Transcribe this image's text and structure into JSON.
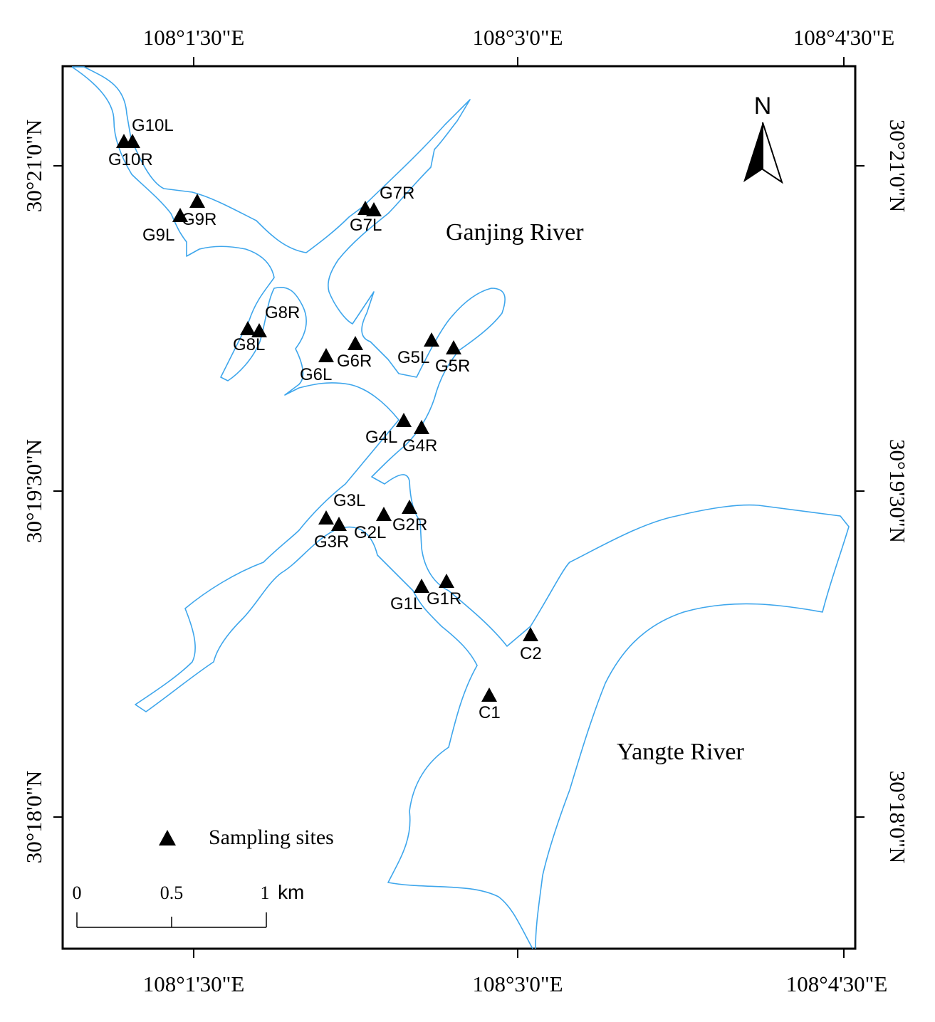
{
  "map": {
    "top_lon_labels": [
      "108°1'30\"E",
      "108°3'0\"E",
      "108°4'30\"E"
    ],
    "bottom_lon_labels": [
      "108°1'30\"E",
      "108°3'0\"E",
      "108°4'30\"E"
    ],
    "left_lat_labels": [
      "30°21'0\"N",
      "30°19'30\"N",
      "30°18'0\"N"
    ],
    "right_lat_labels": [
      "30°21'0\"N",
      "30°19'30\"N",
      "30°18'0\"N"
    ],
    "river_labels": {
      "ganjing": "Ganjing River",
      "yangte": "Yangte River"
    },
    "north_arrow": {
      "label": "N",
      "icon": "north-arrow-icon"
    },
    "legend": {
      "marker_icon": "triangle-icon",
      "label": "Sampling sites"
    },
    "scale_bar": {
      "ticks": [
        "0",
        "0.5",
        "1"
      ],
      "unit": "km"
    },
    "colors": {
      "river_outline": "#3ea6ec",
      "marker": "#000000",
      "frame": "#000000"
    },
    "sites": [
      {
        "name": "G10L"
      },
      {
        "name": "G10R"
      },
      {
        "name": "G9R"
      },
      {
        "name": "G9L"
      },
      {
        "name": "G7R"
      },
      {
        "name": "G7L"
      },
      {
        "name": "G8R"
      },
      {
        "name": "G8L"
      },
      {
        "name": "G6L"
      },
      {
        "name": "G6R"
      },
      {
        "name": "G5L"
      },
      {
        "name": "G5R"
      },
      {
        "name": "G4L"
      },
      {
        "name": "G4R"
      },
      {
        "name": "G3L"
      },
      {
        "name": "G3R"
      },
      {
        "name": "G2L"
      },
      {
        "name": "G2R"
      },
      {
        "name": "G1L"
      },
      {
        "name": "G1R"
      },
      {
        "name": "C2"
      },
      {
        "name": "C1"
      }
    ]
  }
}
